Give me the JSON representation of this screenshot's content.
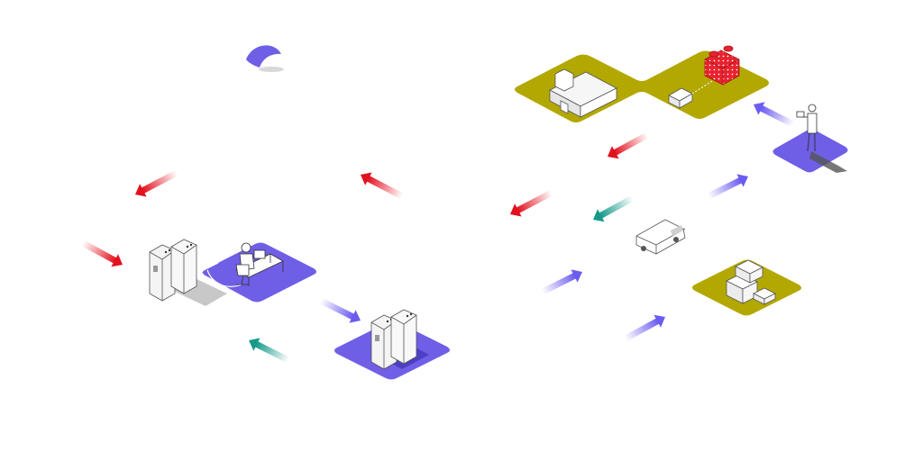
{
  "diagram": {
    "style": "isometric-process-flow",
    "colors": {
      "background": "#ffffff",
      "purple_tile": "#6f5fe6",
      "olive_tile": "#b3a800",
      "red_arrow": "#e3101d",
      "purple_arrow": "#6b5cf0",
      "teal_arrow": "#159a8a",
      "accent_red": "#e8222e",
      "shadow": "#c9c9c9",
      "outline": "#333333"
    },
    "nodes": [
      {
        "id": "logo",
        "icon": "crescent-logo-icon",
        "tile": "none"
      },
      {
        "id": "operator-workstation",
        "icon": "person-at-desk-icon",
        "tile": "purple"
      },
      {
        "id": "lab-cabinet-pair-left",
        "icon": "cabinet-icon",
        "tile": "none"
      },
      {
        "id": "lab-cabinet-pair-bottom",
        "icon": "cabinet-icon",
        "tile": "purple"
      },
      {
        "id": "production-facility",
        "icon": "factory-machine-icon",
        "tile": "olive"
      },
      {
        "id": "red-equipment",
        "icon": "industrial-unit-icon",
        "tile": "olive"
      },
      {
        "id": "inspector",
        "icon": "standing-person-tablet-icon",
        "tile": "purple"
      },
      {
        "id": "delivery-van",
        "icon": "van-icon",
        "tile": "none"
      },
      {
        "id": "stacked-boxes",
        "icon": "boxes-icon",
        "tile": "olive"
      }
    ],
    "arrows": [
      {
        "id": "arrow-1",
        "color": "red",
        "direction": "down-left"
      },
      {
        "id": "arrow-2",
        "color": "red",
        "direction": "up-left"
      },
      {
        "id": "arrow-3",
        "color": "red",
        "direction": "down-right"
      },
      {
        "id": "arrow-4",
        "color": "purple",
        "direction": "down-right"
      },
      {
        "id": "arrow-5",
        "color": "teal",
        "direction": "up-left"
      },
      {
        "id": "arrow-6",
        "color": "red",
        "direction": "down-left"
      },
      {
        "id": "arrow-7",
        "color": "red",
        "direction": "down-left"
      },
      {
        "id": "arrow-8",
        "color": "teal",
        "direction": "down-left"
      },
      {
        "id": "arrow-9",
        "color": "purple",
        "direction": "up-right"
      },
      {
        "id": "arrow-10",
        "color": "purple",
        "direction": "up-left"
      },
      {
        "id": "arrow-11",
        "color": "purple",
        "direction": "up-right"
      },
      {
        "id": "arrow-12",
        "color": "purple",
        "direction": "up-right"
      }
    ]
  }
}
